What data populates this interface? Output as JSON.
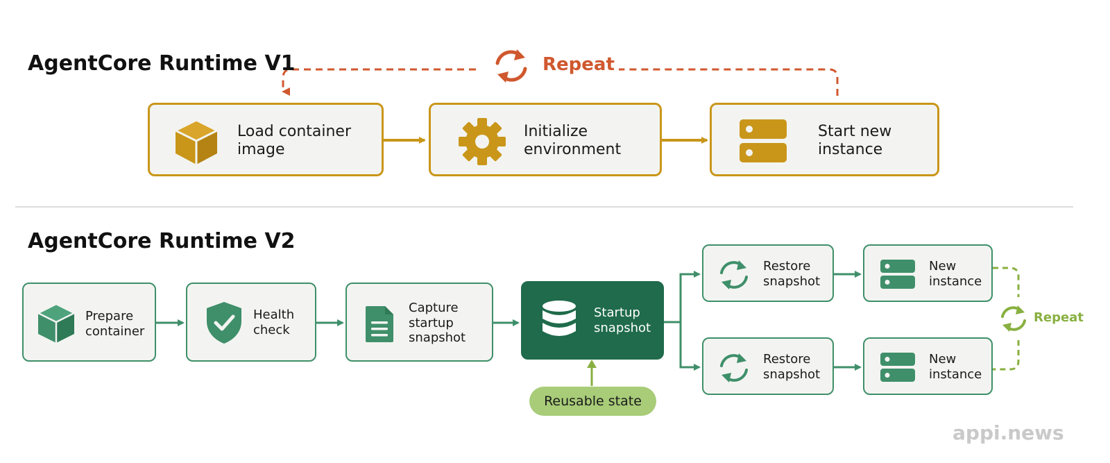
{
  "v1": {
    "title": "AgentCore Runtime V1",
    "repeat_label": "Repeat",
    "steps": [
      {
        "label": "Load container image",
        "icon": "cube-icon"
      },
      {
        "label": "Initialize environment",
        "icon": "gear-icon"
      },
      {
        "label": "Start new instance",
        "icon": "server-icon"
      }
    ]
  },
  "v2": {
    "title": "AgentCore Runtime V2",
    "steps": [
      {
        "label": "Prepare container",
        "icon": "cube-icon"
      },
      {
        "label": "Health check",
        "icon": "shield-check-icon"
      },
      {
        "label": "Capture startup snapshot",
        "icon": "document-icon"
      },
      {
        "label": "Startup snapshot",
        "icon": "database-icon"
      }
    ],
    "reusable_state_label": "Reusable state",
    "branches": [
      {
        "restore_label": "Restore snapshot",
        "instance_label": "New instance"
      },
      {
        "restore_label": "Restore snapshot",
        "instance_label": "New instance"
      }
    ],
    "repeat_label": "Repeat"
  },
  "watermark": "appi.news",
  "colors": {
    "v1_accent": "#c9961a",
    "v1_repeat": "#d0582e",
    "v2_accent": "#3f8f6a",
    "v2_dark": "#1f6b4b",
    "v2_repeat": "#88b040",
    "pill": "#a8cc78"
  }
}
